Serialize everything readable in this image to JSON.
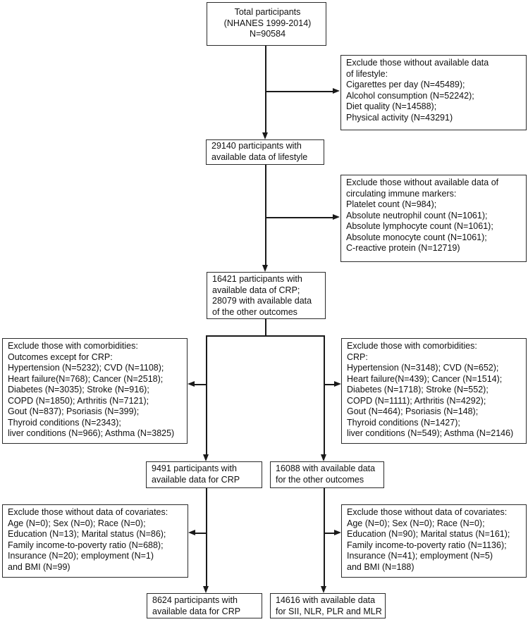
{
  "colors": {
    "background": "#ffffff",
    "box_border": "#2b2b2b",
    "line_color": "#1a1a1a",
    "text_color": "#111111"
  },
  "boxes": {
    "total": {
      "lines": [
        "Total participants",
        "(NHANES 1999-2014)",
        "N=90584"
      ]
    },
    "exclude_lifestyle": {
      "lines": [
        "Exclude those without available data",
        "of lifestyle:",
        "Cigarettes per day (N=45489);",
        "Alcohol consumption (N=52242);",
        "Diet quality (N=14588);",
        "Physical activity (N=43291)"
      ]
    },
    "lifestyle": {
      "lines": [
        "29140 participants with",
        "available data of lifestyle"
      ]
    },
    "exclude_immune": {
      "lines": [
        "Exclude those without available data of",
        "circulating immune markers:",
        "Platelet count (N=984);",
        "Absolute neutrophil count (N=1061);",
        "Absolute lymphocyte count (N=1061);",
        "Absolute monocyte count (N=1061);",
        "C-reactive protein (N=12719)"
      ]
    },
    "crp_outcomes": {
      "lines": [
        "16421 participants with",
        "available data of CRP;",
        "28079 with available data",
        "of the other outcomes"
      ]
    },
    "exclude_comorbidities_left": {
      "lines": [
        "Exclude those with comorbidities:",
        "Outcomes except for CRP:",
        "Hypertension (N=5232); CVD (N=1108);",
        "Heart failure(N=768); Cancer (N=2518);",
        "Diabetes (N=3035); Stroke (N=916);",
        "COPD (N=1850); Arthritis (N=7121);",
        "Gout (N=837); Psoriasis (N=399);",
        "Thyroid conditions (N=2343);",
        "liver conditions (N=966); Asthma (N=3825)"
      ]
    },
    "exclude_comorbidities_right": {
      "lines": [
        "Exclude those with comorbidities:",
        "CRP:",
        "Hypertension (N=3148); CVD (N=652);",
        "Heart failure(N=439); Cancer (N=1514);",
        "Diabetes (N=1718); Stroke (N=552);",
        "COPD (N=1111); Arthritis (N=4292);",
        "Gout (N=464); Psoriasis (N=148);",
        "Thyroid conditions (N=1427);",
        "liver conditions (N=549); Asthma (N=2146)"
      ]
    },
    "crp_9491": {
      "lines": [
        "9491 participants with",
        "available data for CRP"
      ]
    },
    "outcomes_16088": {
      "lines": [
        "16088 with available data",
        "for the other outcomes"
      ]
    },
    "exclude_covariates_left": {
      "lines": [
        "Exclude those without data of covariates:",
        "Age (N=0); Sex (N=0); Race (N=0);",
        "Education (N=13); Marital status (N=86);",
        "Family income-to-poverty ratio (N=688);",
        "Insurance (N=20); employment (N=1)",
        "and BMI (N=99)"
      ]
    },
    "exclude_covariates_right": {
      "lines": [
        "Exclude those without data of covariates:",
        "Age (N=0); Sex (N=0); Race (N=0);",
        "Education (N=90); Marital status (N=161);",
        "Family income-to-poverty ratio (N=1136);",
        "Insurance (N=41); employment (N=5)",
        "and BMI (N=188)"
      ]
    },
    "crp_8624": {
      "lines": [
        "8624 participants with",
        "available data for CRP"
      ]
    },
    "final_14616": {
      "lines": [
        "14616 with available data",
        "for SII, NLR, PLR and MLR"
      ]
    }
  }
}
